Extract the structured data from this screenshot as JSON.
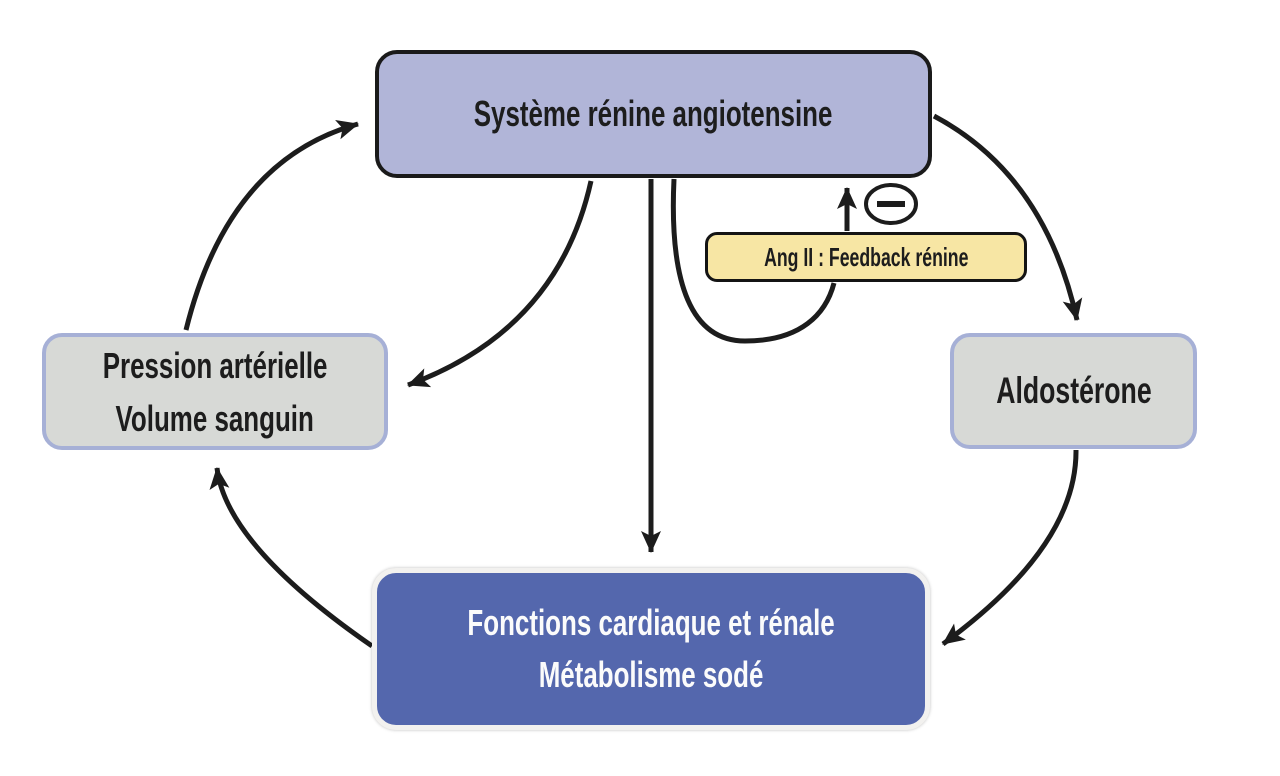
{
  "figure": {
    "nodes": {
      "sra": {
        "label": "Système rénine angiotensine"
      },
      "feedback": {
        "label": "Ang II : Feedback rénine"
      },
      "pression": {
        "lines": [
          "Pression artérielle",
          "Volume sanguin"
        ]
      },
      "aldosterone": {
        "label": "Aldostérone"
      },
      "fonctions": {
        "lines": [
          "Fonctions cardiaque et rénale",
          "Métabolisme sodé"
        ]
      }
    },
    "icons": {
      "negative_feedback": "minus-in-circle"
    },
    "colors": {
      "sra_fill": "#b1b5d8",
      "sra_border": "#1a1a1a",
      "gray_fill": "#d7d9d6",
      "gray_border": "#a6b0d6",
      "blue_fill": "#5467ad",
      "blue_border": "#f2f1ef",
      "blue_text": "#fbfbfb",
      "yellow_fill": "#f7e6a4",
      "yellow_border": "#141414",
      "line": "#1c1c1c",
      "text": "#1d1d1d"
    }
  }
}
